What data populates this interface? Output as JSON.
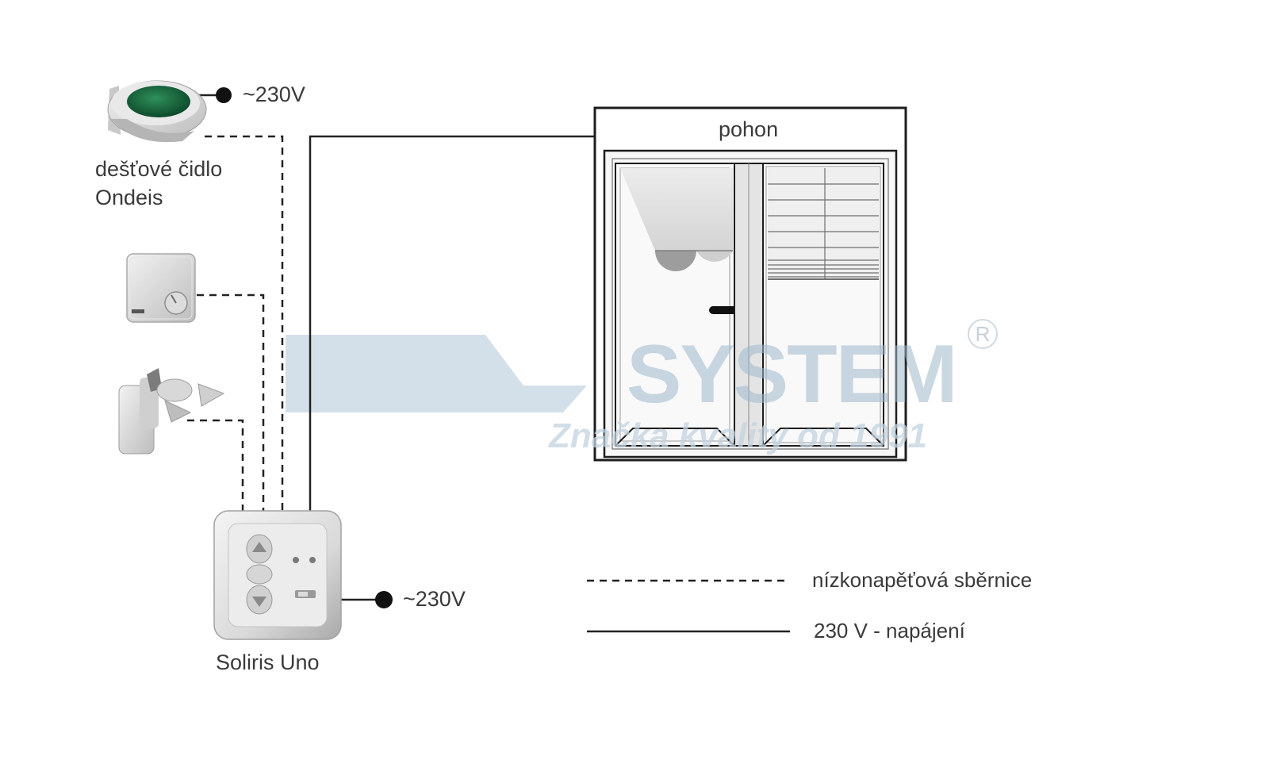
{
  "devices": {
    "rain_sensor": {
      "name_line1": "dešťové čidlo",
      "name_line2": "Ondeis",
      "supply": "~230V"
    },
    "controller": {
      "name": "Soliris Uno",
      "supply": "~230V"
    }
  },
  "window": {
    "motor_label": "pohon"
  },
  "legend": {
    "low_voltage": "nízkonapěťová sběrnice",
    "power": "230 V - napájení"
  },
  "watermark": {
    "brand": "SYSTEM",
    "registered": "R",
    "tagline": "Značka kvality od 1991"
  }
}
